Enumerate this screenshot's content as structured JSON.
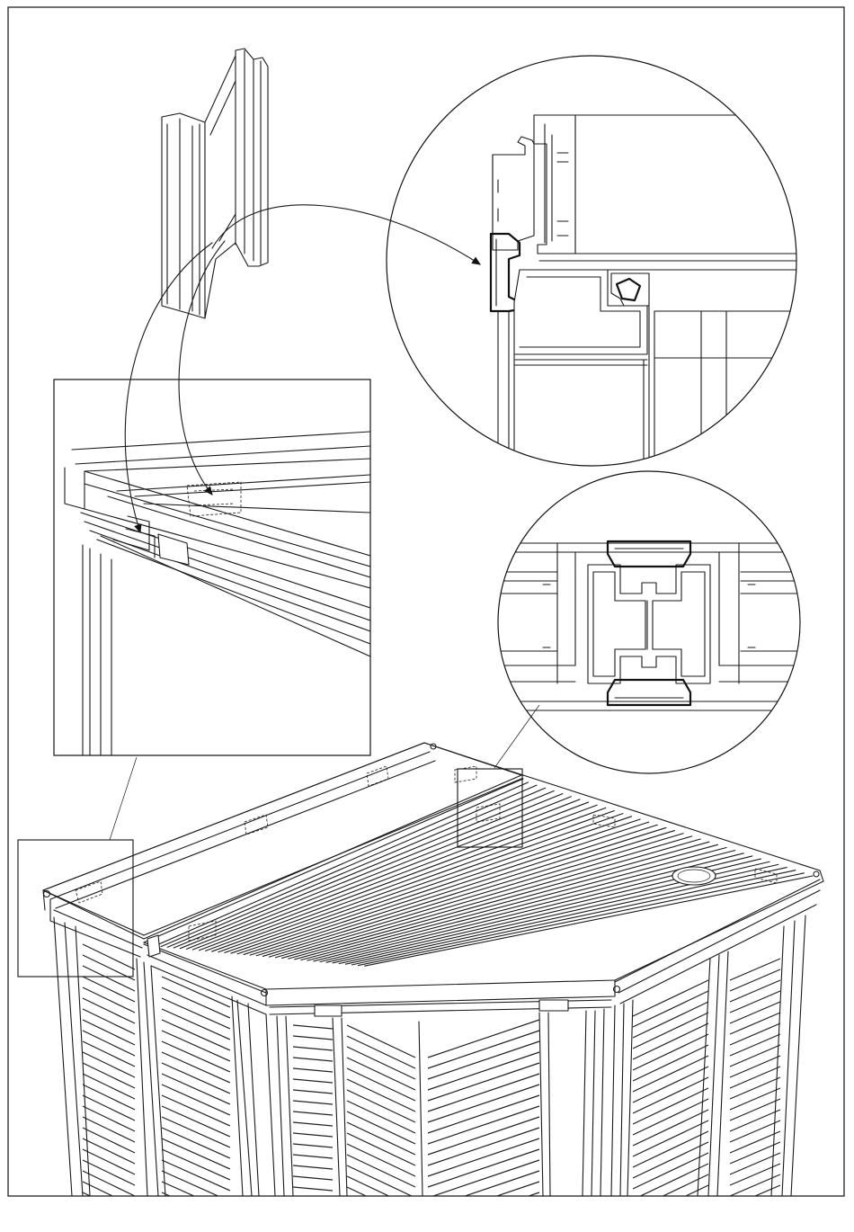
{
  "drawing": {
    "line_color": "#1a1a1a",
    "paper_color": "#ffffff",
    "parts": [
      "profile-piece",
      "corner-closeup",
      "cross-section-top",
      "cross-section-middle",
      "shed-assembly"
    ]
  }
}
